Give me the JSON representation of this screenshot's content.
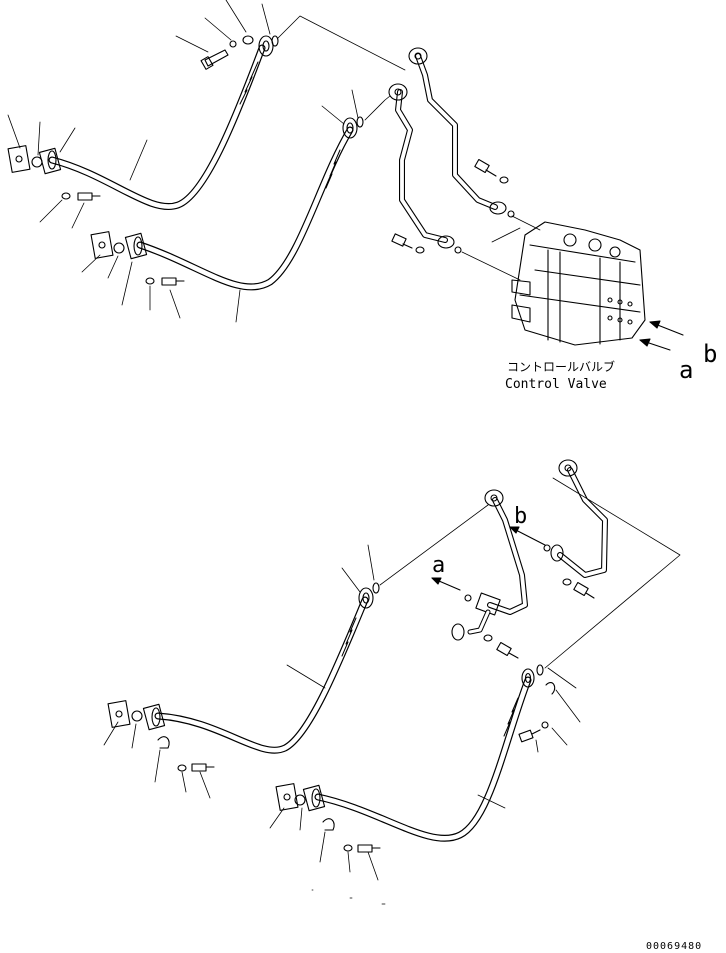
{
  "labels": {
    "control_valve_jp": "コントロールバルブ",
    "control_valve_en": "Control Valve",
    "port_a": "a",
    "port_b": "b",
    "lower_port_a": "a",
    "lower_port_b": "b",
    "drawing_number": "00069480"
  },
  "colors": {
    "ink": "#000000",
    "paper": "#ffffff"
  }
}
